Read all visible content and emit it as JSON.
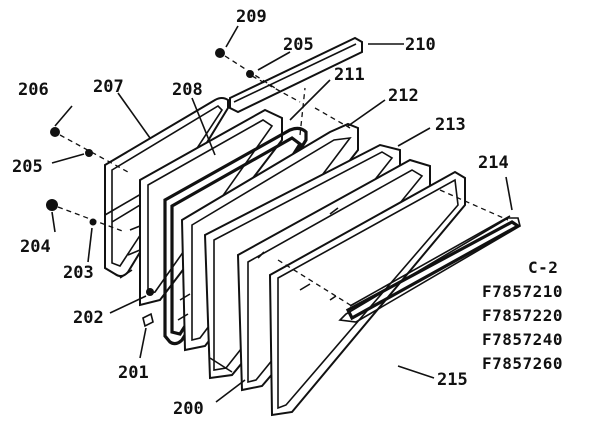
{
  "diagram": {
    "part_labels": {
      "p200": "200",
      "p201": "201",
      "p202": "202",
      "p203": "203",
      "p204": "204",
      "p205a": "205",
      "p205b": "205",
      "p206": "206",
      "p207": "207",
      "p208": "208",
      "p209": "209",
      "p210": "210",
      "p211": "211",
      "p212": "212",
      "p213": "213",
      "p214": "214",
      "p215": "215"
    },
    "section_code": "C-2",
    "model_numbers": [
      "F7857210",
      "F7857220",
      "F7857240",
      "F7857260"
    ]
  }
}
